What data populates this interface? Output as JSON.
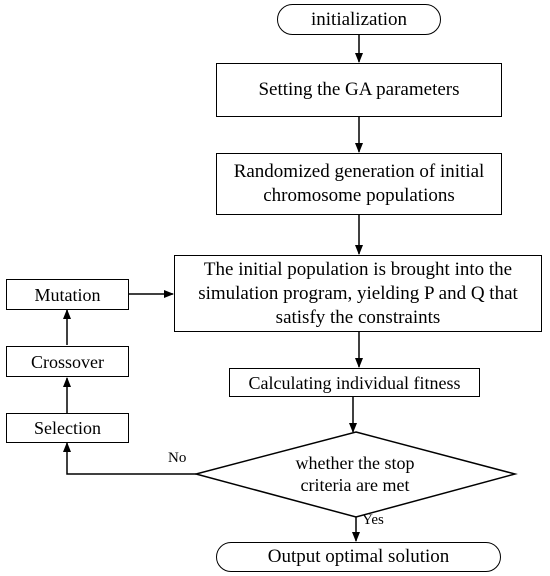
{
  "flowchart": {
    "start": "initialization",
    "set_params": "Setting the GA parameters",
    "random_gen": "Randomized generation of initial\nchromosome populations",
    "simulation": "The initial population is brought into the\nsimulation program, yielding P and Q that\nsatisfy the constraints",
    "fitness": "Calculating individual fitness",
    "decision": "whether the stop\ncriteria are met",
    "output": "Output optimal solution",
    "selection": "Selection",
    "crossover": "Crossover",
    "mutation": "Mutation",
    "yes_label": "Yes",
    "no_label": "No"
  }
}
